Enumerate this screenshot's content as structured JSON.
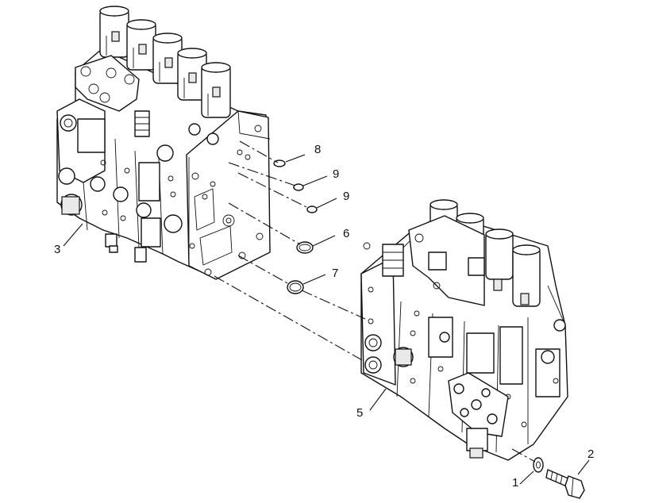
{
  "callouts": [
    {
      "id": "c1",
      "text": "1"
    },
    {
      "id": "c2",
      "text": "2"
    },
    {
      "id": "c3",
      "text": "3"
    },
    {
      "id": "c5",
      "text": "5"
    },
    {
      "id": "c6",
      "text": "6"
    },
    {
      "id": "c7",
      "text": "7"
    },
    {
      "id": "c8",
      "text": "8"
    },
    {
      "id": "c9a",
      "text": "9"
    },
    {
      "id": "c9b",
      "text": "9"
    }
  ]
}
